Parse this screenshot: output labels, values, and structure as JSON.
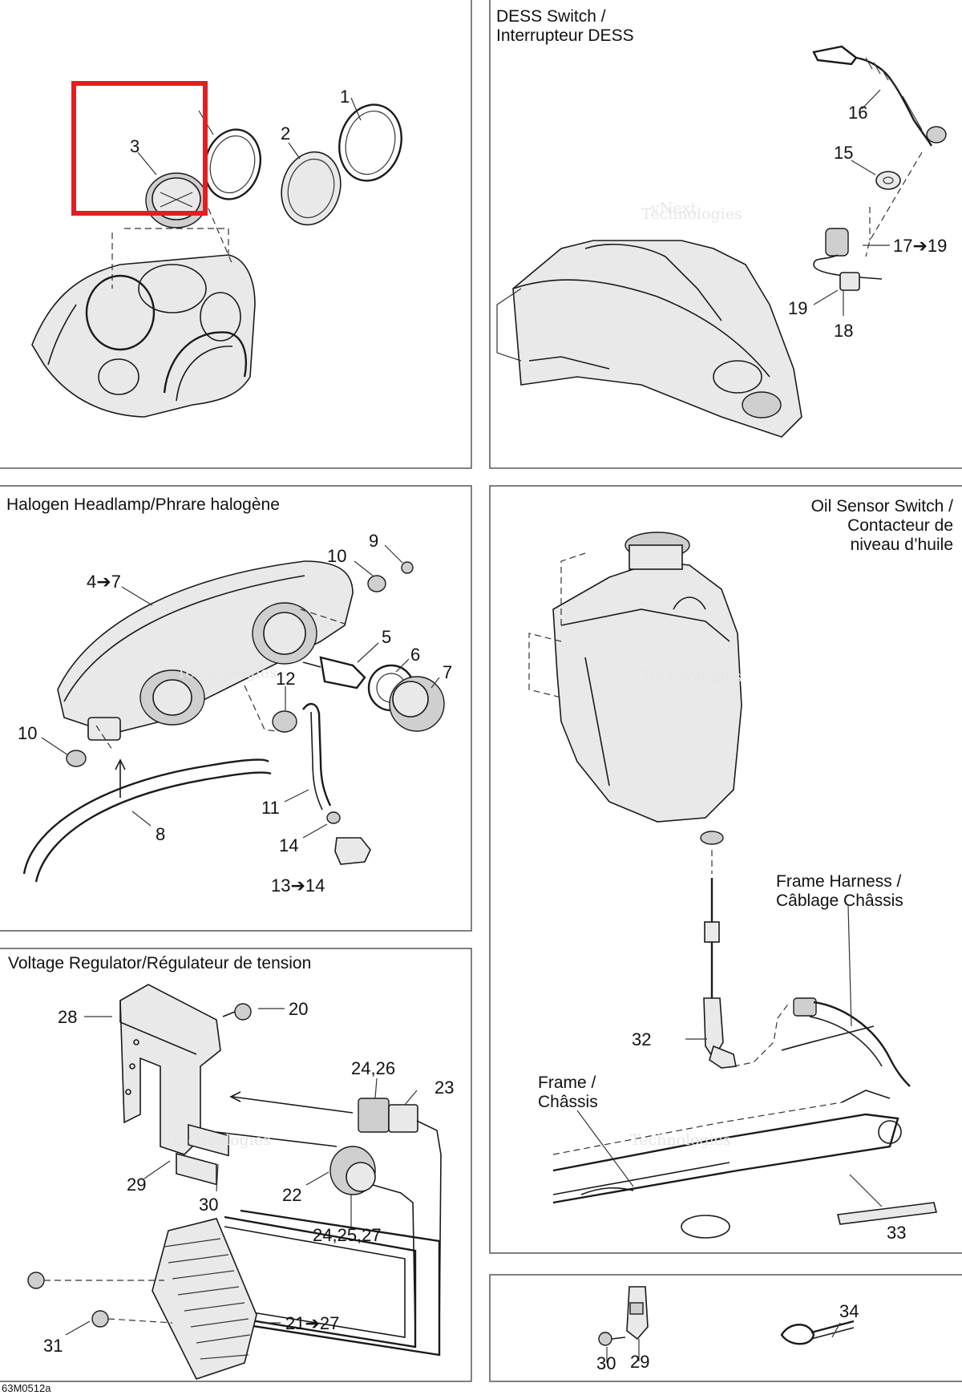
{
  "panels": {
    "dess_title_line1": "DESS Switch /",
    "dess_title_line2": "Interrupteur DESS",
    "headlamp_title": "Halogen Headlamp/Phrare halogène",
    "oil_title_line1": "Oil Sensor Switch /",
    "oil_title_line2": "Contacteur de",
    "oil_title_line3": "niveau d’huile",
    "regulator_title": "Voltage Regulator/Régulateur de tension",
    "frame_harness_line1": "Frame Harness /",
    "frame_harness_line2": "Câblage Châssis",
    "frame_line1": "Frame /",
    "frame_line2": "Châssis"
  },
  "callouts": {
    "c1": "1",
    "c2": "2",
    "c3": "3",
    "c4_7": "4➔7",
    "c5": "5",
    "c6": "6",
    "c7": "7",
    "c8": "8",
    "c9": "9",
    "c10a": "10",
    "c10b": "10",
    "c11": "11",
    "c12": "12",
    "c13_14": "13➔14",
    "c14": "14",
    "c15": "15",
    "c16": "16",
    "c17_19": "17➔19",
    "c18": "18",
    "c19": "19",
    "c20": "20",
    "c21_27": "21➔27",
    "c22": "22",
    "c23": "23",
    "c24_26": "24,26",
    "c24_25_27": "24,25,27",
    "c28": "28",
    "c29a": "29",
    "c29b": "29",
    "c30a": "30",
    "c30b": "30",
    "c31": "31",
    "c32": "32",
    "c33": "33",
    "c34": "34"
  },
  "watermark": {
    "line1": "vNext",
    "line2": "Technologies"
  },
  "drawing_code": "63M0512a",
  "colors": {
    "highlight": "#e41e20",
    "panel_border": "#4a4a4a",
    "linework": "#1a1a1a"
  }
}
